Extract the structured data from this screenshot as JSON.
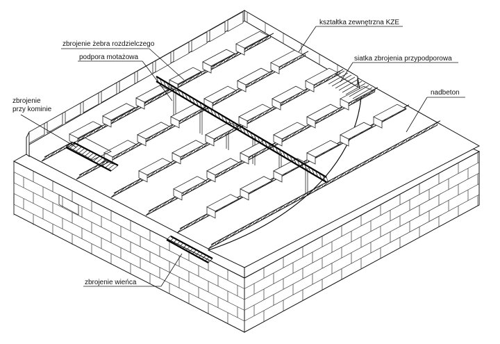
{
  "labels": {
    "ksztaltka": "kształtka zewnętrzna KZE",
    "zebro": "zbrojenie żebra rozdzielczego",
    "podpora": "podpora motażowa",
    "siatka": "siatka zbrojenia przypodporowa",
    "nadbeton": "nadbeton",
    "komin_line1": "zbrojenie",
    "komin_line2": "przy kominie",
    "wienca": "zbrojenie wieńca"
  },
  "colors": {
    "line": "#111111",
    "background": "#ffffff"
  }
}
